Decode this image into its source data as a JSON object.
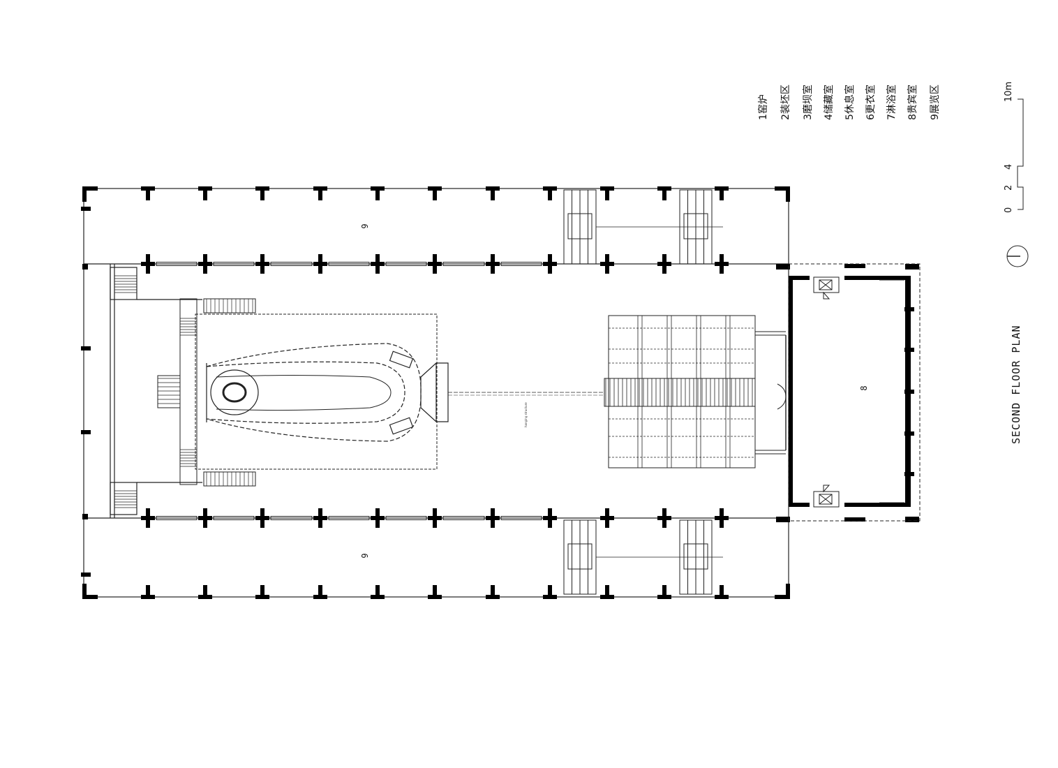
{
  "title": "SECOND FLOOR PLAN",
  "legend": [
    "1窑炉",
    "2装坯区",
    "3磨坝室",
    "4储藏室",
    "5休息室",
    "6更衣室",
    "7淋浴室",
    "8贵宾室",
    "9展览区"
  ],
  "room_labels": {
    "exhibit_top": "9",
    "exhibit_bottom": "9",
    "vip_room": "8"
  },
  "scale_bar": {
    "marks": [
      "0",
      "2",
      "4",
      "10m"
    ]
  },
  "kiln_note": "hanging structure",
  "north_arrow": "north-arrow-icon"
}
